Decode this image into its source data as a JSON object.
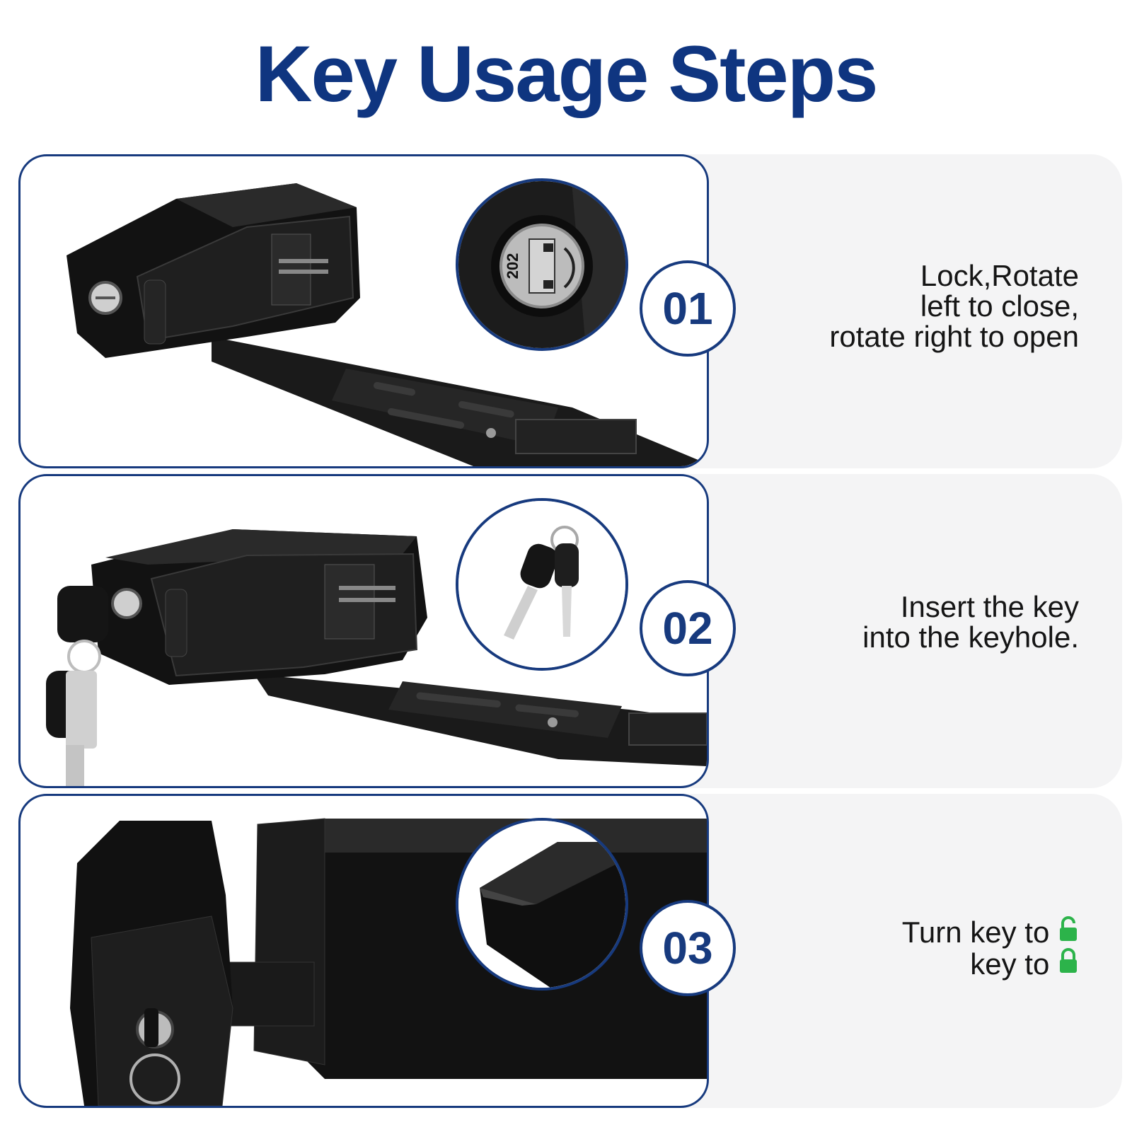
{
  "title": "Key Usage Steps",
  "colors": {
    "accent": "#173a7e",
    "title": "#0f3580",
    "lock_icon": "#2cb34a",
    "panel_bg": "#f4f4f5"
  },
  "steps": [
    {
      "number": "01",
      "lines": [
        "Lock,Rotate",
        "left to close,",
        "rotate right to open"
      ],
      "zoom_label": "202",
      "zoom_subject": "lock-cylinder"
    },
    {
      "number": "02",
      "lines": [
        "Insert the key",
        "into the keyhole."
      ],
      "zoom_subject": "keys"
    },
    {
      "number": "03",
      "lines": [
        "Turn key to",
        "key to"
      ],
      "icons": [
        "unlocked-icon",
        "locked-icon"
      ],
      "zoom_subject": "battery-corner"
    }
  ]
}
